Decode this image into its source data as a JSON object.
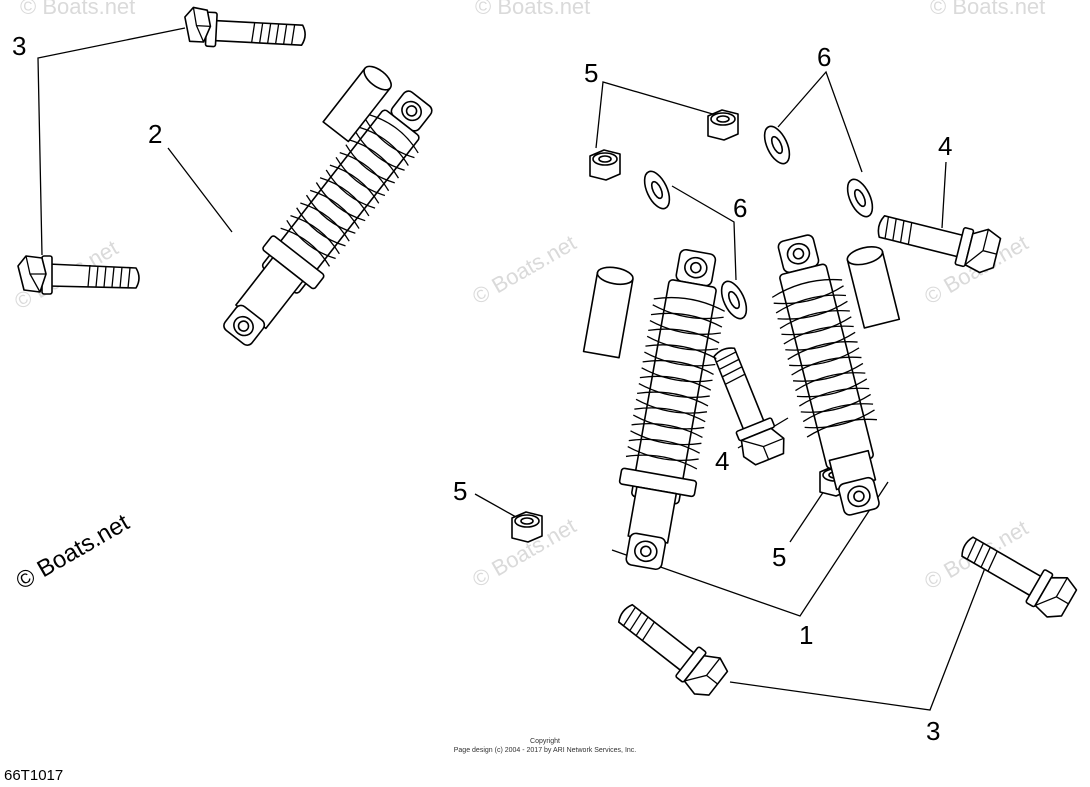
{
  "watermark": "© Boats.net",
  "callouts": {
    "c1": "1",
    "c2": "2",
    "c3a": "3",
    "c3b": "3",
    "c4a": "4",
    "c4b": "4",
    "c5a": "5",
    "c5b": "5",
    "c5c": "5",
    "c6a": "6",
    "c6b": "6"
  },
  "footer": {
    "copyright_line1": "Copyright",
    "copyright_line2": "Page design (c) 2004 - 2017 by ARI Network Services, Inc.",
    "diagram_code": "66T1017"
  }
}
